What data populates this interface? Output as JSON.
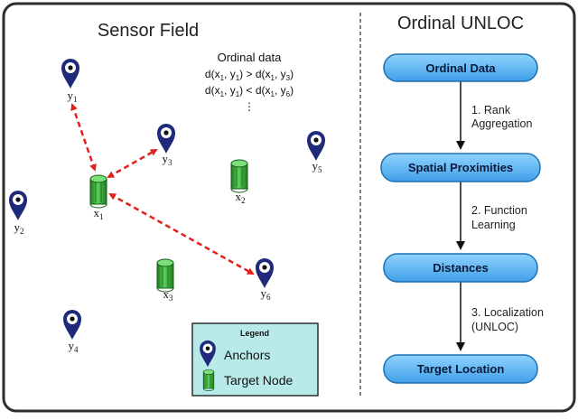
{
  "sensor_field": {
    "title": "Sensor Field",
    "ordinal": {
      "heading": "Ordinal data",
      "line1": {
        "a": "d(x",
        "a_sub": "1",
        "b": ", y",
        "b_sub": "1",
        "c": ") > d(x",
        "c_sub": "1",
        "d": ", y",
        "d_sub": "3",
        "e": ")"
      },
      "line2": {
        "a": "d(x",
        "a_sub": "1",
        "b": ", y",
        "b_sub": "1",
        "c": ") < d(x",
        "c_sub": "1",
        "d": ", y",
        "d_sub": "6",
        "e": ")"
      },
      "ellipsis": "⋮"
    },
    "anchors": [
      {
        "letter": "y",
        "sub": "1"
      },
      {
        "letter": "y",
        "sub": "2"
      },
      {
        "letter": "y",
        "sub": "3"
      },
      {
        "letter": "y",
        "sub": "4"
      },
      {
        "letter": "y",
        "sub": "5"
      },
      {
        "letter": "y",
        "sub": "6"
      }
    ],
    "targets": [
      {
        "letter": "x",
        "sub": "1"
      },
      {
        "letter": "x",
        "sub": "2"
      },
      {
        "letter": "x",
        "sub": "3"
      }
    ],
    "legend": {
      "title": "Legend",
      "anchors_label": "Anchors",
      "target_label": "Target Node"
    }
  },
  "pipeline": {
    "title": "Ordinal UNLOC",
    "boxes": [
      "Ordinal Data",
      "Spatial Proximities",
      "Distances",
      "Target Location"
    ],
    "steps": [
      {
        "line1": "1. Rank",
        "line2": "Aggregation"
      },
      {
        "line1": "2. Function",
        "line2": "Learning"
      },
      {
        "line1": "3. Localization",
        "line2": "(UNLOC)"
      }
    ]
  },
  "colors": {
    "border": "#2d2d2d",
    "anchor_pin": "#1f2a7a",
    "target_node": "#3aa63a",
    "link_arrow": "#e3201b",
    "box_fill": "#5ab8f5",
    "box_border": "#1e6fb0",
    "legend_fill": "#b8eaea",
    "divider": "#555555"
  },
  "icons": {
    "anchor": "map-pin-icon",
    "target": "cylinder-node-icon"
  }
}
